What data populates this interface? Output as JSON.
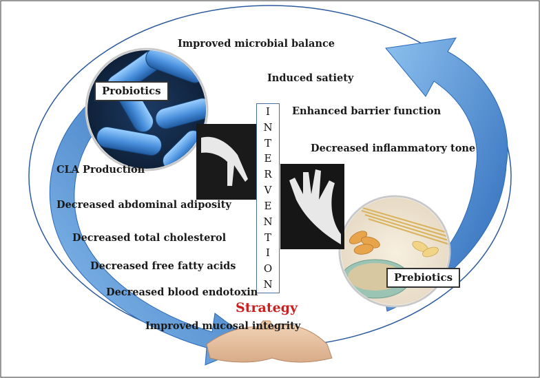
{
  "center": {
    "vertical_word": [
      "I",
      "N",
      "T",
      "E",
      "R",
      "V",
      "E",
      "N",
      "T",
      "I",
      "O",
      "N"
    ],
    "strategy": "Strategy"
  },
  "badges": {
    "probiotics": "Probiotics",
    "prebiotics": "Prebiotics"
  },
  "benefits_right": [
    "Improved microbial balance",
    "Induced satiety",
    "Enhanced barrier function",
    "Decreased inflammatory tone"
  ],
  "benefits_left": [
    "CLA Production",
    "Decreased abdominal adiposity",
    "Decreased total cholesterol",
    "Decreased free fatty acids",
    "Decreased blood endotoxin"
  ],
  "benefit_bottom": "Improved mucosal integrity",
  "colors": {
    "cycle_arrow": "#3d7ec9",
    "ellipse": "#2c5a9e",
    "strategy_text": "#cc1f1f",
    "bacteria": "#5aa0e0"
  }
}
